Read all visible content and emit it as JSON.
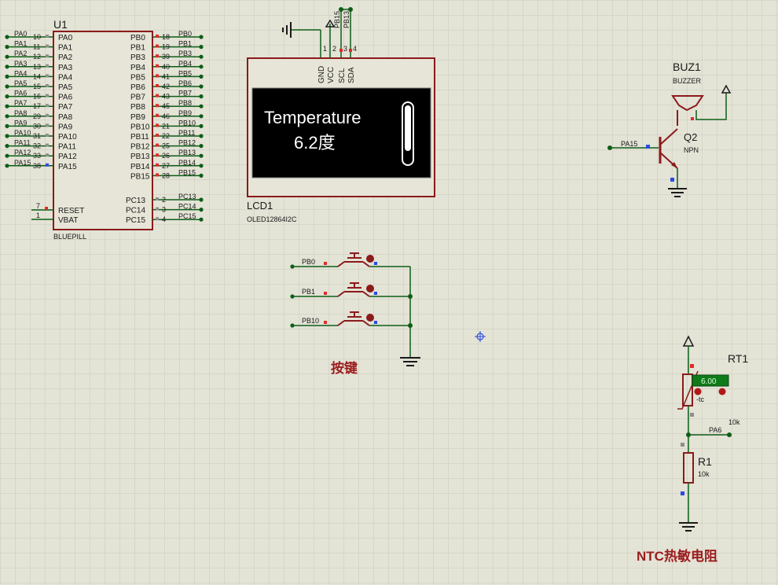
{
  "u1": {
    "ref": "U1",
    "part": "BLUEPILL",
    "left_pins": [
      {
        "net": "PA0",
        "num": "10",
        "name": "PA0"
      },
      {
        "net": "PA1",
        "num": "11",
        "name": "PA1"
      },
      {
        "net": "PA2",
        "num": "12",
        "name": "PA2"
      },
      {
        "net": "PA3",
        "num": "13",
        "name": "PA3"
      },
      {
        "net": "PA4",
        "num": "14",
        "name": "PA4"
      },
      {
        "net": "PA5",
        "num": "15",
        "name": "PA5"
      },
      {
        "net": "PA6",
        "num": "16",
        "name": "PA6"
      },
      {
        "net": "PA7",
        "num": "17",
        "name": "PA7"
      },
      {
        "net": "PA8",
        "num": "29",
        "name": "PA8"
      },
      {
        "net": "PA9",
        "num": "30",
        "name": "PA9"
      },
      {
        "net": "PA10",
        "num": "31",
        "name": "PA10"
      },
      {
        "net": "PA11",
        "num": "32",
        "name": "PA11"
      },
      {
        "net": "PA12",
        "num": "33",
        "name": "PA12"
      },
      {
        "net": "PA15",
        "num": "38",
        "name": "PA15"
      }
    ],
    "bottom_left_pins": [
      {
        "num": "7",
        "name": "RESET"
      },
      {
        "num": "1",
        "name": "VBAT"
      }
    ],
    "right_pins": [
      {
        "net": "PB0",
        "num": "18",
        "name": "PB0"
      },
      {
        "net": "PB1",
        "num": "19",
        "name": "PB1"
      },
      {
        "net": "PB3",
        "num": "39",
        "name": "PB3"
      },
      {
        "net": "PB4",
        "num": "40",
        "name": "PB4"
      },
      {
        "net": "PB5",
        "num": "41",
        "name": "PB5"
      },
      {
        "net": "PB6",
        "num": "42",
        "name": "PB6"
      },
      {
        "net": "PB7",
        "num": "43",
        "name": "PB7"
      },
      {
        "net": "PB8",
        "num": "45",
        "name": "PB8"
      },
      {
        "net": "PB9",
        "num": "46",
        "name": "PB9"
      },
      {
        "net": "PB10",
        "num": "21",
        "name": "PB10"
      },
      {
        "net": "PB11",
        "num": "22",
        "name": "PB11"
      },
      {
        "net": "PB12",
        "num": "25",
        "name": "PB12"
      },
      {
        "net": "PB13",
        "num": "26",
        "name": "PB13"
      },
      {
        "net": "PB14",
        "num": "27",
        "name": "PB14"
      },
      {
        "net": "PB15",
        "num": "28",
        "name": "PB15"
      }
    ],
    "right_pins_c": [
      {
        "net": "PC13",
        "num": "2",
        "name": "PC13"
      },
      {
        "net": "PC14",
        "num": "3",
        "name": "PC14"
      },
      {
        "net": "PC15",
        "num": "4",
        "name": "PC15"
      }
    ]
  },
  "lcd": {
    "ref": "LCD1",
    "part": "OLED12864I2C",
    "pins": [
      {
        "num": "1",
        "name": "GND"
      },
      {
        "num": "2",
        "name": "VCC"
      },
      {
        "num": "3",
        "name": "SCL"
      },
      {
        "num": "4",
        "name": "SDA"
      }
    ],
    "net_labels": [
      "PB15",
      "PB13"
    ],
    "screen_line1": "Temperature",
    "screen_line2": "6.2度"
  },
  "buzzer": {
    "ref": "BUZ1",
    "part": "BUZZER",
    "transistor_ref": "Q2",
    "transistor_part": "NPN",
    "input_net": "PA15"
  },
  "buttons": {
    "nets": [
      "PB0",
      "PB1",
      "PB10"
    ],
    "title": "按键"
  },
  "ntc": {
    "ref": "RT1",
    "readout": "6.00",
    "temp_label": "-tc",
    "value": "10k",
    "r_ref": "R1",
    "r_value": "10k",
    "net": "PA6",
    "title": "NTC热敏电阻"
  },
  "colors": {
    "background": "#e3e3d6",
    "grid": "#c9c9bc",
    "wire": "#0d5e16",
    "component": "#8b1a1a",
    "pin_red": "#e02a2a",
    "pin_blue": "#2a4be0",
    "pin_gray": "#8f8f8f",
    "label_title": "#9b1c1c",
    "oled_screen": "#000000",
    "readout_bg": "#0f7a1a"
  }
}
